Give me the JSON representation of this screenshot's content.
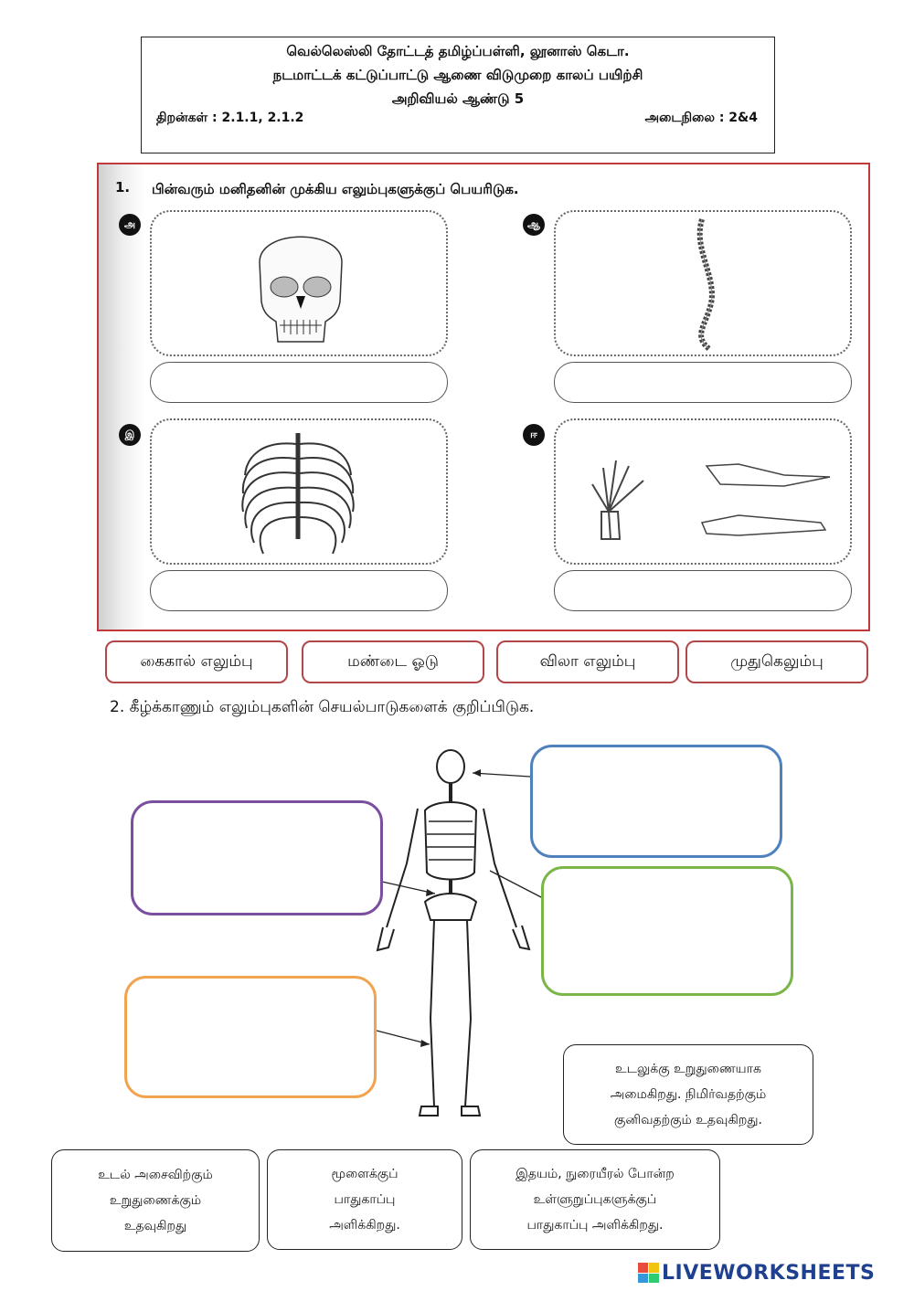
{
  "header": {
    "school": "வெல்லெஸ்லி தோட்டத் தமிழ்ப்பள்ளி, லூனாஸ் கெடா.",
    "program": "நடமாட்டக் கட்டுப்பாட்டு ஆணை விடுமுறை காலப் பயிற்சி",
    "subject": "அறிவியல் ஆண்டு 5",
    "skills": "திறன்கள் : 2.1.1, 2.1.2",
    "level": "அடைநிலை : 2&4"
  },
  "q1": {
    "number": "1.",
    "text": "பின்வரும் மனிதனின் முக்கிய எலும்புகளுக்குப் பெயரிடுக.",
    "items": [
      {
        "label": "அ",
        "image": "skull"
      },
      {
        "label": "ஆ",
        "image": "spine"
      },
      {
        "label": "இ",
        "image": "ribcage"
      },
      {
        "label": "ஈ",
        "image": "hand-foot-bones"
      }
    ]
  },
  "options": [
    "கைகால் எலும்பு",
    "மண்டை ஓடு",
    "விலா எலும்பு",
    "முதுகெலும்பு"
  ],
  "q2": {
    "text": "2. கீழ்க்காணும் எலும்புகளின் செயல்பாடுகளைக் குறிப்பிடுக.",
    "box_colors": {
      "blue": "#4f81bd",
      "purple": "#7b4fa0",
      "green": "#7ab648",
      "orange": "#f2a350"
    },
    "functions": [
      [
        "உடலுக்கு உறுதுணையாக",
        "அமைகிறது. நிமிர்வதற்கும்",
        "குனிவதற்கும் உதவுகிறது."
      ],
      [
        "உடல் அசைவிற்கும்",
        "உறுதுணைக்கும்",
        "உதவுகிறது"
      ],
      [
        "மூளைக்குப்",
        "பாதுகாப்பு",
        "அளிக்கிறது."
      ],
      [
        "இதயம், நுரையீரல் போன்ற",
        "உள்ளுறுப்புகளுக்குப்",
        "பாதுகாப்பு அளிக்கிறது."
      ]
    ]
  },
  "logo": {
    "text": "LIVEWORKSHEETS",
    "icon": "liveworksheets-icon"
  }
}
